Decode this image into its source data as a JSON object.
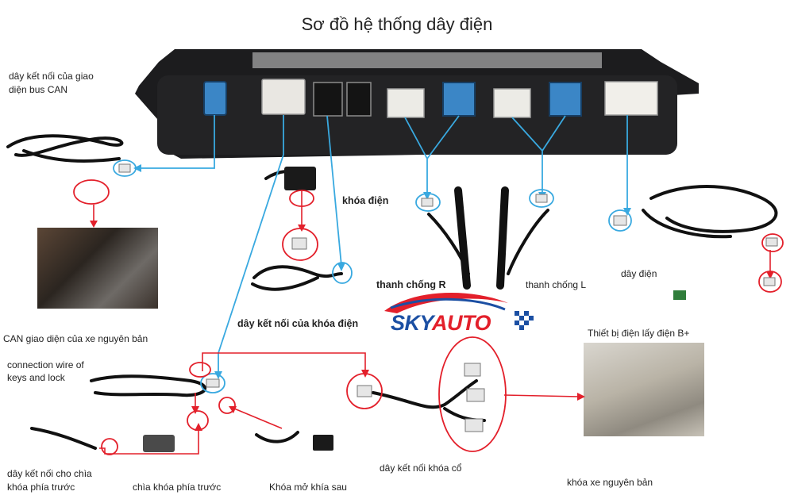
{
  "title": "Sơ đồ hệ thống dây điện",
  "labels": {
    "can_bus_line1": "dây kết nối của giao",
    "can_bus_line2": "diện bus CAN",
    "can_original": "CAN giao diện của xe nguyên bản",
    "keys_lock_line1": "connection wire of",
    "keys_lock_line2": "keys and lock",
    "front_key_line1": "dây kết nối cho chìa",
    "front_key_line2": "khóa phía trước",
    "front_key": "chìa khóa phía trước",
    "rear_lock": "Khóa mở khía sau",
    "ignition": "khóa điện",
    "ignition_wire": "dây kết nối của khóa điện",
    "strut_r": "thanh chống R",
    "strut_l": "thanh chống L",
    "power_wire": "dây điện",
    "b_plus": "Thiết bị điện lấy điện B+",
    "door_lock_wire": "dây kết nối khóa cổ",
    "original_lock": "khóa xe nguyên bản"
  },
  "logo": {
    "part1": "SKY",
    "part2": "AUTO"
  },
  "colors": {
    "pointer_blue": "#39a9e0",
    "pointer_red": "#e3202b",
    "logo_blue": "#1b4fa3",
    "logo_red": "#e3202b",
    "module_body": "#1c1c1e",
    "connector_blue": "#3b86c6"
  }
}
